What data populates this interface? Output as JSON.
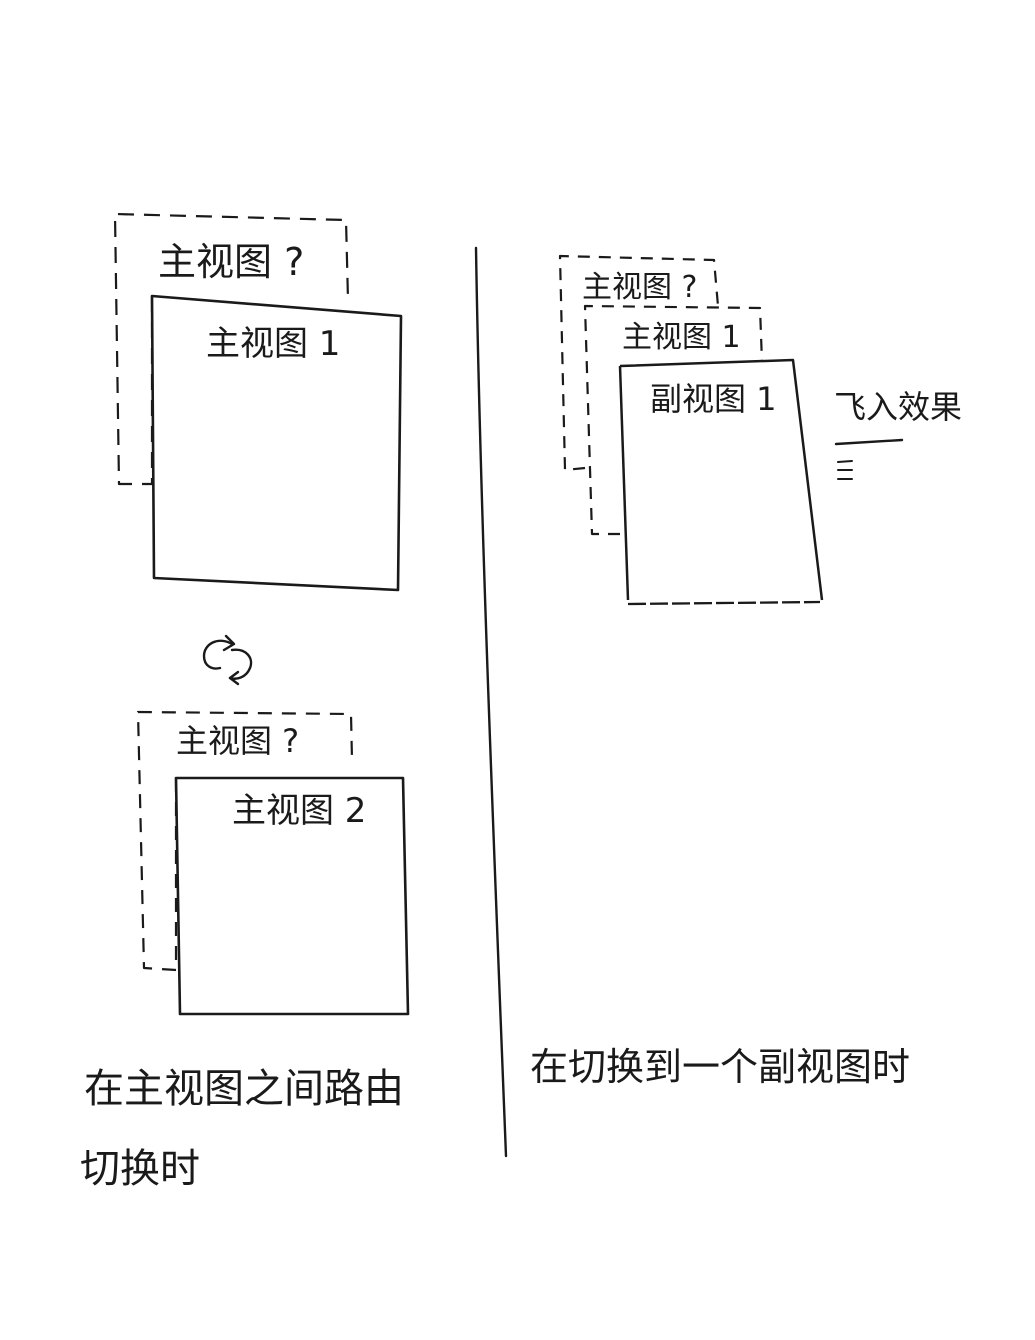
{
  "left_panel": {
    "back_view_label": "主视图 ?",
    "front_view_label": "主视图 1",
    "transition_icon": "refresh-cycle-icon",
    "back_view_label_2": "主视图 ?",
    "front_view_label_2": "主视图 2",
    "caption_line1": "在主视图之间路由",
    "caption_line2": "切换时"
  },
  "right_panel": {
    "back_view_label": "主视图 ?",
    "middle_view_label": "主视图 1",
    "front_view_label": "副视图 1",
    "effect_label": "飞入效果",
    "motion_icon": "speed-lines-icon",
    "caption": "在切换到一个副视图时"
  },
  "colors": {
    "ink": "#1a1a1a",
    "paper": "#ffffff"
  }
}
